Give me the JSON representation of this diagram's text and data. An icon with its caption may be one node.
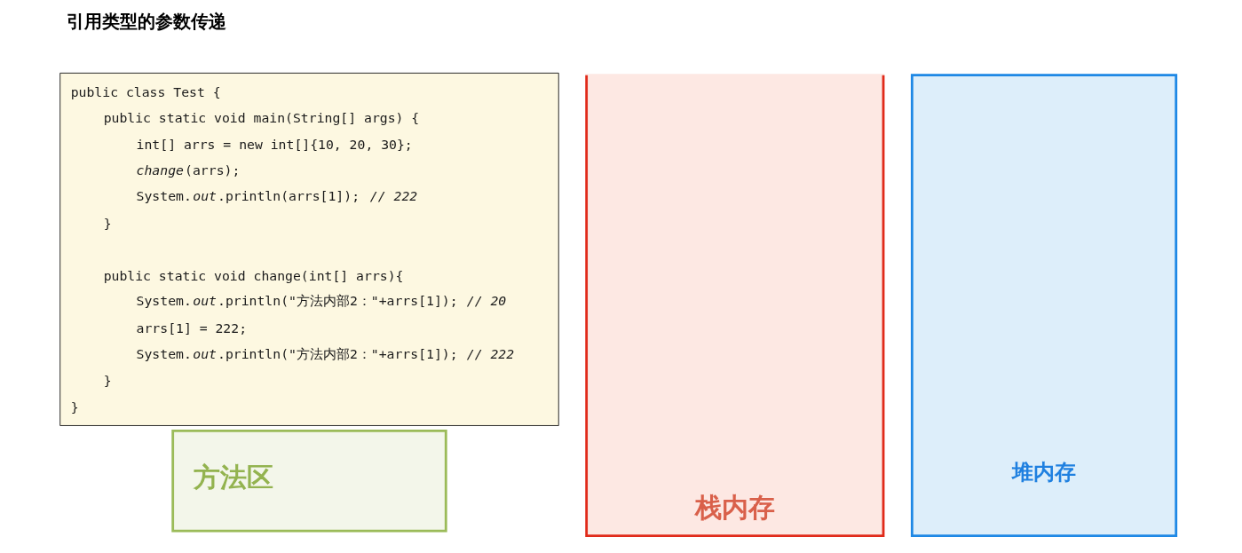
{
  "diagram": {
    "title": "引用类型的参数传递",
    "nodes": [
      {
        "text": [
          "public class Test {",
          "public static void main(String[] args) {",
          "int[] arrs = new int[]{10, 20, 30};",
          "*change*(arrs);",
          "System.*out*.println(arrs[1]); *// 222*",
          "}",
          "public static void change(int[] arrs){",
          "System.*out*.println(\"方法内部2：\"+arrs[1]); *// 20*",
          "arrs[1] = 222;",
          "System.*out*.println(\"方法内部2：\"+arrs[1]); *// 222*",
          "}",
          "}"
        ]
      },
      {
        "text": [
          "方法区"
        ]
      },
      {
        "text": [
          "栈内存"
        ]
      },
      {
        "text": [
          "堆内存"
        ]
      }
    ]
  }
}
